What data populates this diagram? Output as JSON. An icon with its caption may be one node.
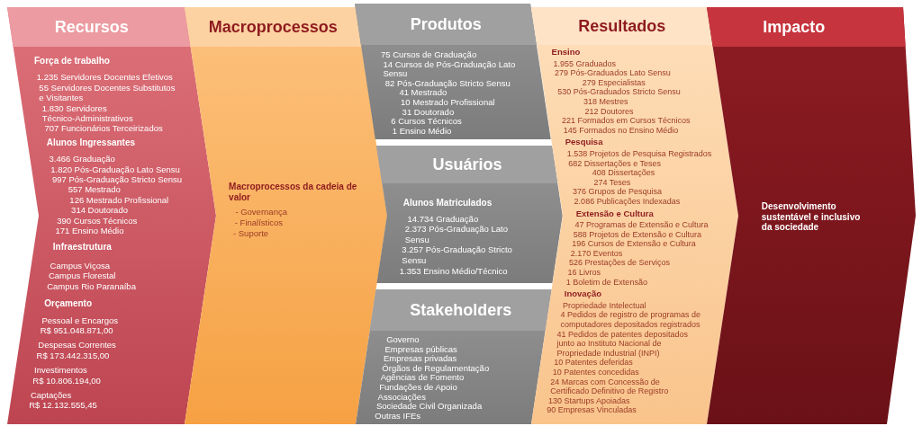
{
  "diagram": {
    "nodes": [
      {
        "text": [
          "Recursos",
          "Força de trabalho",
          "1.235 Servidores Docentes Efetivos",
          "55 Servidores Docentes Substitutos e Visitantes",
          "1.830 Servidores Técnico-Administrativos",
          "707 Funcionários Terceirizados",
          "Alunos Ingressantes",
          "3.466 Graduação",
          "1.820 Pós-Graduação Lato Sensu",
          "997 Pós-Graduação Stricto Sensu",
          "557 Mestrado",
          "126 Mestrado Profissional",
          "314 Doutorado",
          "390 Cursos Técnicos",
          "171 Ensino Médio",
          "Infraestrutura",
          "Campus Viçosa",
          "Campus Florestal",
          "Campus Rio Paranaíba",
          "Orçamento",
          "Pessoal e Encargos",
          "R$ 951.048.871,00",
          "Despesas Correntes",
          "R$ 173.442.315,00",
          "Investimentos",
          "R$ 10.806.194,00",
          "Captações",
          "R$ 12.132.555,45"
        ]
      },
      {
        "text": [
          "Macroprocessos",
          "Macroprocessos da cadeia de valor",
          "- Governança",
          "- Finalísticos",
          "- Suporte"
        ]
      },
      {
        "text": [
          "Produtos",
          "75 Cursos de Graduação",
          "14 Cursos de Pós-Graduação Lato Sensu",
          "82 Pós-Graduação Stricto Sensu",
          "41 Mestrado",
          "10 Mestrado Profissional",
          "31 Doutorado",
          "6 Cursos Técnicos",
          "1 Ensino Médio"
        ]
      },
      {
        "text": [
          "Usuários",
          "Alunos Matriculados",
          "14.734 Graduação",
          "2.373 Pós-Graduação Lato Sensu",
          "3.257 Pós-Graduação Stricto Sensu",
          "1.353 Ensino Médio/Técnico"
        ]
      },
      {
        "text": [
          "Stakeholders",
          "Governo",
          "Empresas públicas",
          "Empresas privadas",
          "Órgãos de Regulamentação",
          "Agências de Fomento",
          "Fundações de Apoio",
          "Associações",
          "Sociedade Civil Organizada",
          "Outras IFEs"
        ]
      },
      {
        "text": [
          "Resultados",
          "Ensino",
          "1.955 Graduados",
          "279 Pós-Graduados Lato Sensu",
          "279 Especialistas",
          "530 Pós-Graduados Stricto Sensu",
          "318 Mestres",
          "212 Doutores",
          "221 Formados em Cursos Técnicos",
          "145 Formados no Ensino Médio",
          "Pesquisa",
          "1.538 Projetos de Pesquisa Registrados",
          "682 Dissertações e Teses",
          "408 Dissertações",
          "274 Teses",
          "376 Grupos de Pesquisa",
          "2.086 Publicações Indexadas",
          "Extensão e Cultura",
          "47 Programas de Extensão e Cultura",
          "588 Projetos de Extensão e Cultura",
          "196 Cursos de Extensão e Cultura",
          "2.170 Eventos",
          "526 Prestações de Serviços",
          "16 Livros",
          "1 Boletim de Extensão",
          "Inovação",
          "Propriedade Intelectual",
          "4 Pedidos de registro de programas de computadores depositados registrados",
          "41 Pedidos de patentes depositados junto ao Instituto Nacional de Propriedade Industrial (INPI)",
          "10 Patentes deferidas",
          "10 Patentes concedidas",
          "24 Marcas com Concessão de Certificado Definitivo de Registro",
          "130 Startups Apoiadas",
          "90 Empresas Vinculadas"
        ]
      },
      {
        "text": [
          "Impacto",
          "Desenvolvimento sustentável e inclusivo da sociedade"
        ]
      }
    ]
  }
}
